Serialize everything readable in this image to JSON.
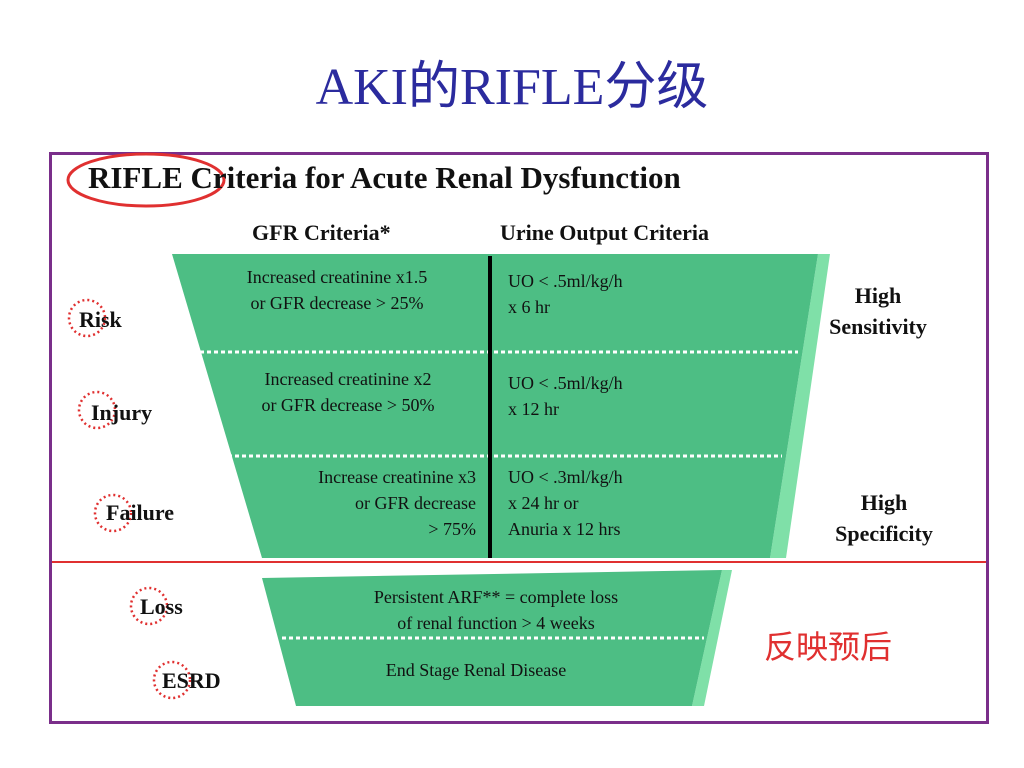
{
  "slide": {
    "title": "AKI的RIFLE分级"
  },
  "figure": {
    "title": "RIFLE Criteria for Acute Renal Dysfunction",
    "columns": {
      "gfr": "GFR Criteria*",
      "urine": "Urine Output Criteria"
    },
    "stages": [
      {
        "label": "Risk",
        "gfr": "Increased creatinine x1.5\nor GFR decrease > 25%",
        "urine": "UO < .5ml/kg/h\nx 6 hr"
      },
      {
        "label": "Injury",
        "gfr": "Increased creatinine x2\nor GFR decrease > 50%",
        "urine": "UO < .5ml/kg/h\nx 12 hr"
      },
      {
        "label": "Failure",
        "gfr": "Increase creatinine x3\nor GFR decrease\n> 75%",
        "urine": "UO < .3ml/kg/h\nx 24 hr or\nAnuria x 12 hrs"
      }
    ],
    "outcomes": [
      {
        "label": "Loss",
        "text": "Persistent ARF** = complete loss\nof renal function > 4 weeks"
      },
      {
        "label": "ESRD",
        "text": "End Stage Renal Disease"
      }
    ],
    "side_labels": {
      "top": "High\nSensitivity",
      "bottom": "High\nSpecificity"
    },
    "note": "反映预后"
  },
  "colors": {
    "title": "#2B2B9E",
    "frame": "#7A2E8A",
    "divider": "#E03030",
    "funnel_fill": "#4DBE84",
    "funnel_edge": "#7FE0A8",
    "circle": "#E03030"
  }
}
